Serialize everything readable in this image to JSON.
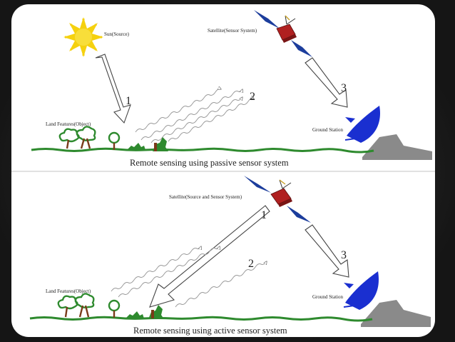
{
  "panels": {
    "passive": {
      "caption": "Remote sensing using passive sensor system",
      "sun_label": "Sun(Source)",
      "satellite_label": "Satellite(Sensor System)",
      "land_label": "Land Features(Object)",
      "ground_label": "Ground Station",
      "step1": "1",
      "step2": "2",
      "step3": "3"
    },
    "active": {
      "caption": "Remote sensing using active sensor system",
      "satellite_label": "Satellite(Source and Sensor System)",
      "land_label": "Land Features(Object)",
      "ground_label": "Ground Station",
      "step1": "1",
      "step2": "2",
      "step3": "3"
    }
  },
  "icons": {
    "sun": "sun-icon",
    "satellite": "satellite-icon",
    "dish": "satellite-dish-icon",
    "tree": "tree-icon"
  },
  "colors": {
    "sun": "#f5d10f",
    "solar_panel": "#1c3d9c",
    "satellite_body": "#b02020",
    "dish": "#1a2fd0",
    "ground_station": "#8a8a8a",
    "vegetation": "#2e8a2e",
    "wave": "#999999",
    "background": "#1b1b1b",
    "card": "#ffffff"
  }
}
